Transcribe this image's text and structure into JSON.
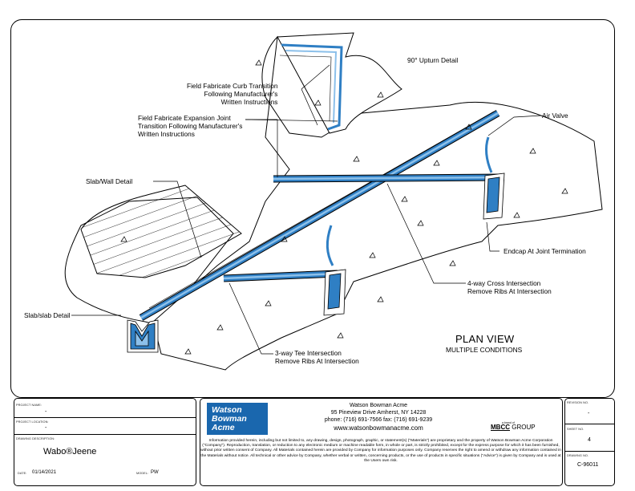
{
  "labels": {
    "upturn": "90° Upturn Detail",
    "curb": "Field Fabricate Curb Transition\nFollowing Manufacturer's\nWritten Instructions",
    "expansion": "Field Fabricate Expansion Joint\nTransition Following Manufacturer's\nWritten Instructions",
    "air_valve": "Air Valve",
    "slab_wall": "Slab/Wall Detail",
    "endcap": "Endcap At Joint Termination",
    "cross": "4-way Cross Intersection\nRemove Ribs At Intersection",
    "slabslab": "Slab/slab Detail",
    "tee": "3-way Tee Intersection\nRemove Ribs At Intersection",
    "view_title": "PLAN VIEW",
    "view_subtitle": "MULTIPLE CONDITIONS"
  },
  "title_block": {
    "project_name_label": "PROJECT NAME:",
    "project_name": "-",
    "project_location_label": "PROJECT LOCATION:",
    "project_location": "-",
    "drawing_description_label": "DRAWING DESCRIPTION:",
    "drawing_description": "Wabo®Jeene",
    "date_label": "DATE:",
    "date": "01/14/2021",
    "model_label": "MODEL:",
    "model": "PW",
    "company_name": "Watson Bowman Acme",
    "address": "95 Pineview Drive Amherst, NY 14228",
    "phone": "phone: (716) 691-7566  fax: (716) 691-9239",
    "website": "www.watsonbowmanacme.com",
    "logo_line1": "Watson",
    "logo_line2": "Bowman",
    "logo_line3": "Acme",
    "brand_small": "a brand of",
    "brand_mbcc": "MBCC",
    "brand_group": " GROUP",
    "legal": "Information provided herein, including but not limited to, any drawing, design, photograph, graphic, or statement(s) (\"Materials\") are proprietary and the property of Watson Bowman Acme Corporation (\"Company\"). Reproduction, translation, or reduction to any electronic medium or machine readable form, in whole or part, is strictly prohibited, except for the express purpose for which it has been furnished, without prior written consent of Company. All Materials contained herein are provided by Company for information purposes only. Company reserves the right to amend or withdraw any information contained in the Materials without notice. All technical or other advice by Company, whether verbal or written, concerning products, or the use of products in specific situations (\"Advice\") is given by Company and is used at the Users own risk.",
    "revision_label": "REVISION NO.",
    "revision": "-",
    "sheet_label": "SHEET NO.",
    "sheet": "4",
    "drawing_no_label": "DRAWING NO.",
    "drawing_no": "C-96011"
  },
  "colors": {
    "seal_blue": "#2f7fc4",
    "seal_light": "#8cc0ea",
    "logo_blue": "#1a67ae"
  }
}
